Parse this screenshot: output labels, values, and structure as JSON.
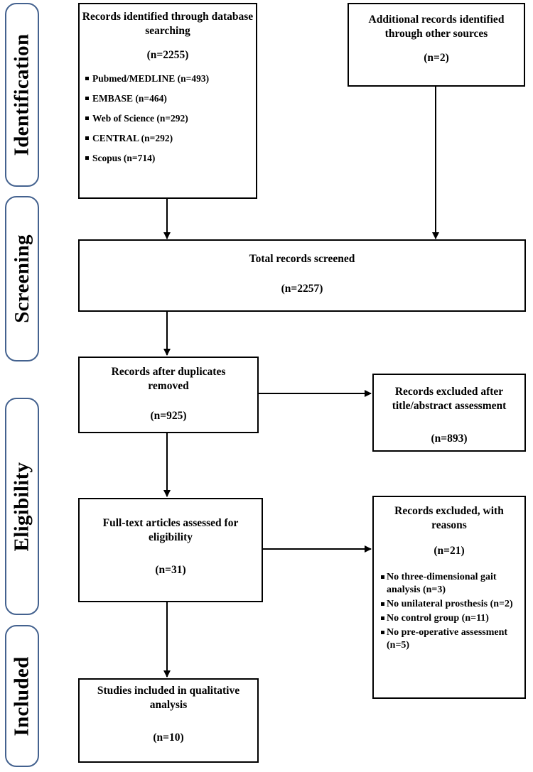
{
  "stages": [
    {
      "label": "Identification"
    },
    {
      "label": "Screening"
    },
    {
      "label": "Eligibility"
    },
    {
      "label": "Included"
    }
  ],
  "boxes": {
    "database": {
      "title": "Records identified through database searching",
      "count": "(n=2255)",
      "sources": [
        "Pubmed/MEDLINE (n=493)",
        "EMBASE (n=464)",
        "Web of Science (n=292)",
        "CENTRAL (n=292)",
        "Scopus (n=714)"
      ]
    },
    "other_sources": {
      "title": "Additional records identified through other sources",
      "count": "(n=2)"
    },
    "screened": {
      "title": "Total records screened",
      "count": "(n=2257)"
    },
    "duplicates": {
      "title": "Records after duplicates removed",
      "count": "(n=925)"
    },
    "excluded_title": {
      "title": "Records excluded after title/abstract assessment",
      "count": "(n=893)"
    },
    "fulltext": {
      "title": "Full-text articles assessed for eligibility",
      "count": "(n=31)"
    },
    "excluded_reasons": {
      "title": "Records excluded, with reasons",
      "count": "(n=21)",
      "reasons": [
        "No three-dimensional gait analysis (n=3)",
        "No unilateral prosthesis (n=2)",
        "No control group (n=11)",
        "No pre-operative assessment (n=5)"
      ]
    },
    "included": {
      "title": "Studies included in qualitative analysis",
      "count": "(n=10)"
    }
  },
  "colors": {
    "stage_border": "#44628f",
    "box_border": "#000000",
    "arrow": "#000000"
  }
}
